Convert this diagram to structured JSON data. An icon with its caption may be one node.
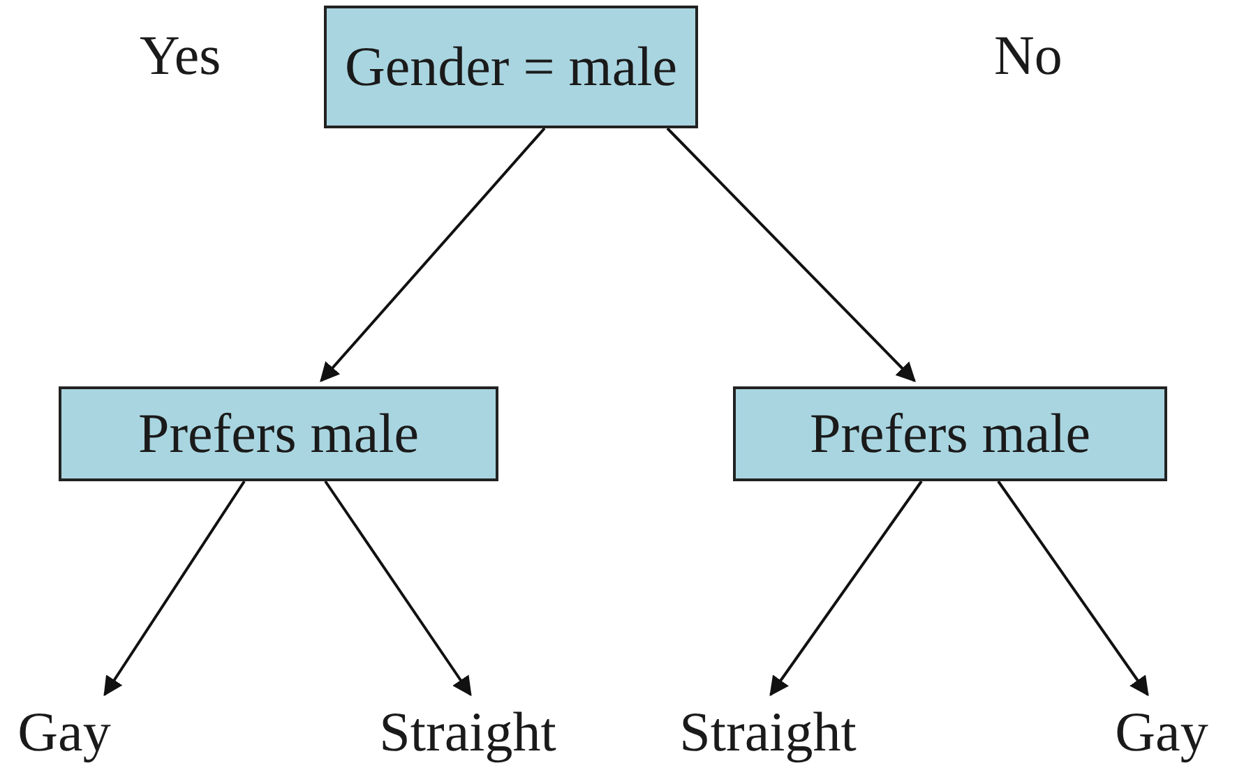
{
  "diagram": {
    "nodes": [
      {
        "text": [
          "Gender = male"
        ]
      },
      {
        "text": [
          "Prefers male"
        ]
      },
      {
        "text": [
          "Prefers male"
        ]
      },
      {
        "text": [
          "Gay"
        ]
      },
      {
        "text": [
          "Straight"
        ]
      },
      {
        "text": [
          "Straight"
        ]
      },
      {
        "text": [
          "Gay"
        ]
      }
    ],
    "edges": [
      {
        "from": 0,
        "to": 1,
        "arrow": "to"
      },
      {
        "from": 0,
        "to": 2,
        "arrow": "to"
      },
      {
        "from": 1,
        "to": 3,
        "arrow": "to"
      },
      {
        "from": 1,
        "to": 4,
        "arrow": "to"
      },
      {
        "from": 2,
        "to": 5,
        "arrow": "to"
      },
      {
        "from": 2,
        "to": 6,
        "arrow": "to"
      }
    ],
    "labels": [
      "Yes",
      "No"
    ]
  }
}
